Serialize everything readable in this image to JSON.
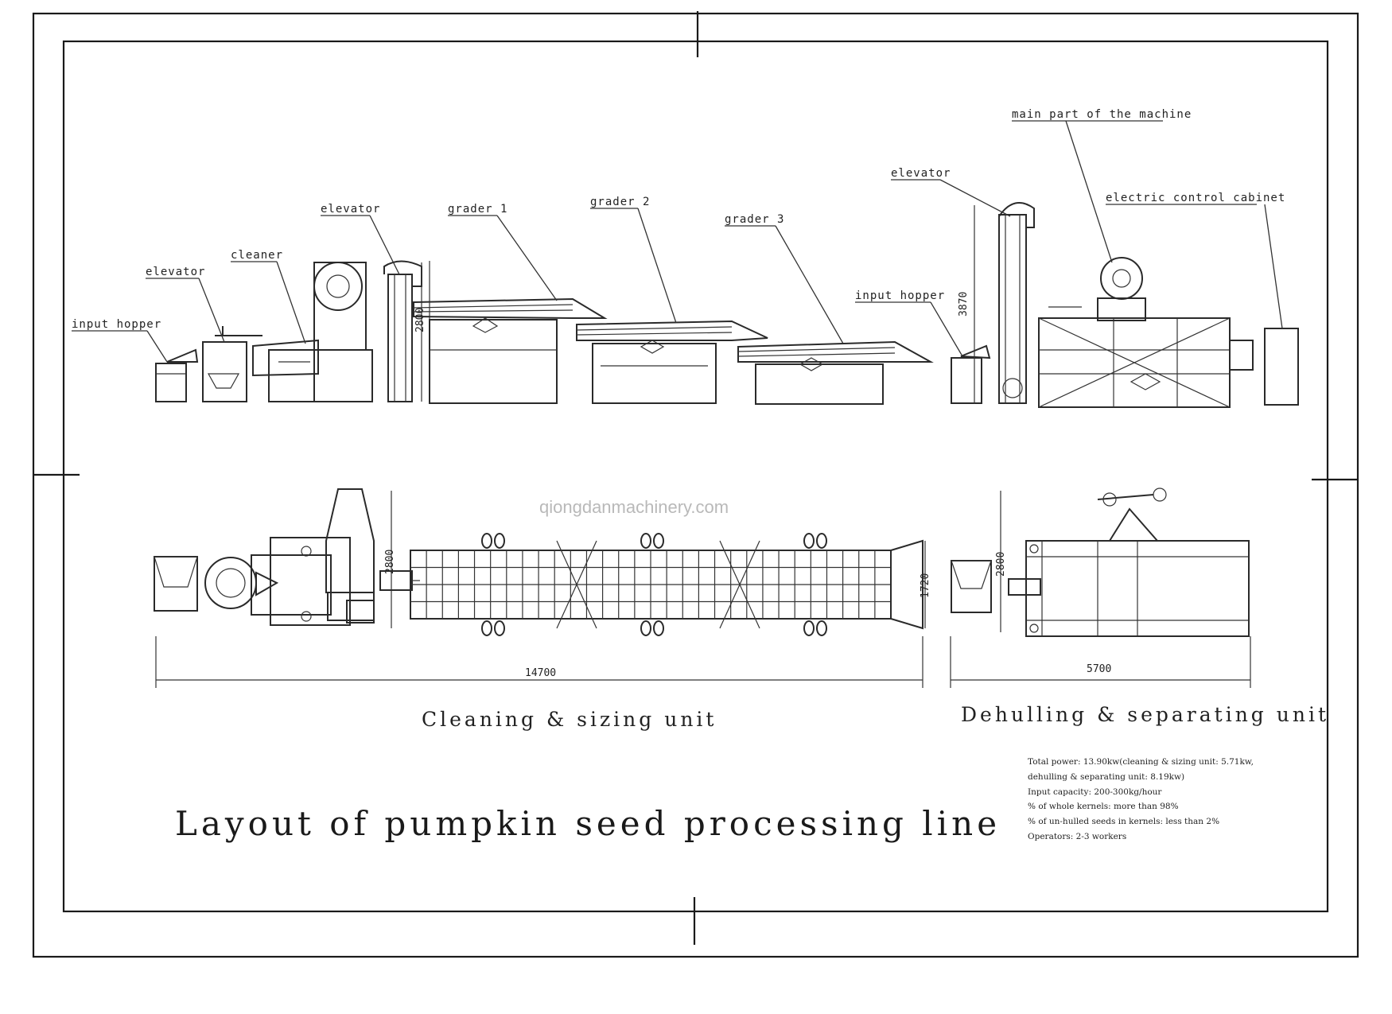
{
  "labels": {
    "input_hopper_1": "input hopper",
    "elevator_1": "elevator",
    "cleaner": "cleaner",
    "elevator_2": "elevator",
    "grader_1": "grader 1",
    "grader_2": "grader 2",
    "grader_3": "grader 3",
    "input_hopper_2": "input hopper",
    "elevator_3": "elevator",
    "main_part": "main part of the machine",
    "cabinet": "electric control cabinet"
  },
  "dimensions": {
    "h_elevator_side": "2800",
    "h_elevator_right": "3870",
    "plan_width_left": "2800",
    "plan_width_grader": "1720",
    "plan_width_right": "2800",
    "length_left": "14700",
    "length_right": "5700"
  },
  "units": {
    "left": "Cleaning & sizing unit",
    "right": "Dehulling & separating unit"
  },
  "watermark": "qiongdanmachinery.com",
  "title": "Layout of pumpkin seed processing line",
  "specs": [
    "Total power: 13.90kw(cleaning & sizing unit: 5.71kw,",
    "dehulling & separating unit: 8.19kw)",
    "Input capacity: 200-300kg/hour",
    "% of whole kernels: more than 98%",
    "% of un-hulled seeds in kernels: less than 2%",
    "Operators: 2-3 workers"
  ]
}
